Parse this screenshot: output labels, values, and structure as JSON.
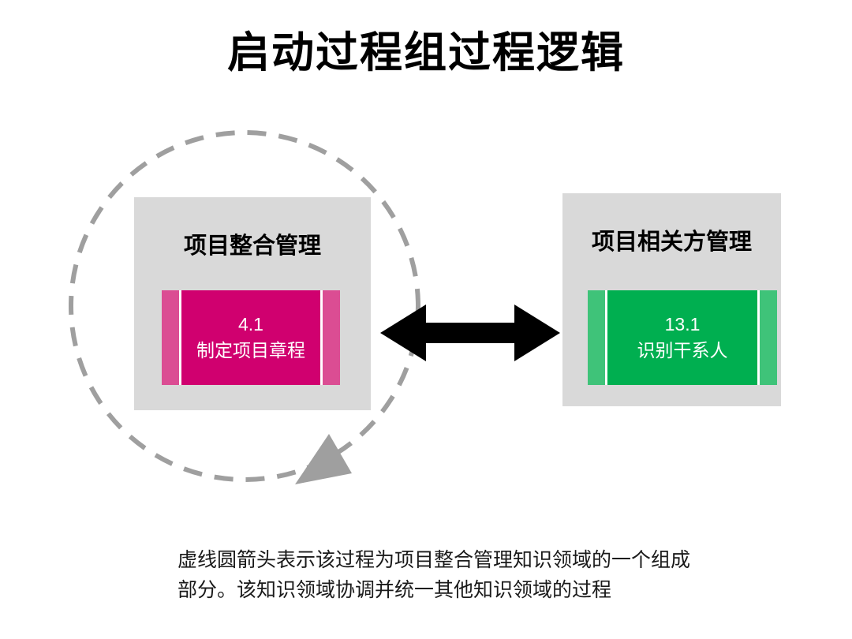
{
  "title": "启动过程组过程逻辑",
  "left_group": {
    "name": "项目整合管理",
    "process": {
      "id": "4.1",
      "label": "制定项目章程"
    }
  },
  "right_group": {
    "name": "项目相关方管理",
    "process": {
      "id": "13.1",
      "label": "识别干系人"
    }
  },
  "note": "虚线圆箭头表示该过程为项目整合管理知识领域的一个组成部分。该知识领域协调并统一其他知识领域的过程",
  "colors": {
    "integration_pink": "#D0006F",
    "integration_pink_stripe": "#DB4D93",
    "stakeholder_green": "#00AF50",
    "stakeholder_green_stripe": "#3FC379",
    "panel_gray": "#D9D9D9",
    "dashed_circle_gray": "#9F9F9F",
    "arrow_black": "#000000"
  }
}
